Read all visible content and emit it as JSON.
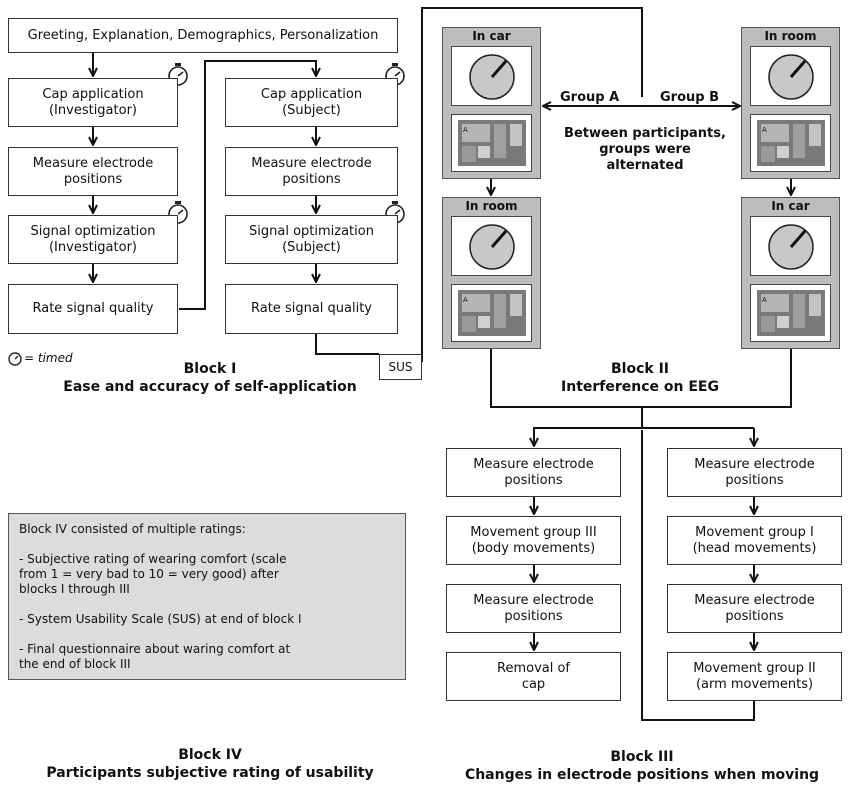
{
  "block1": {
    "greeting": "Greeting, Explanation, Demographics, Personalization",
    "investigator": [
      "Cap application\n(Investigator)",
      "Measure electrode\npositions",
      "Signal optimization\n(Investigator)",
      "Rate signal quality"
    ],
    "subject": [
      "Cap application\n(Subject)",
      "Measure electrode\npositions",
      "Signal optimization\n(Subject)",
      "Rate signal quality"
    ],
    "legend": "= timed",
    "sus": "SUS",
    "title": "Block I",
    "subtitle": "Ease and accuracy of self-application"
  },
  "block2": {
    "panels": [
      "In car",
      "In room",
      "In room",
      "In car"
    ],
    "group_a": "Group A",
    "group_b": "Group B",
    "note": "Between participants,\ngroups were\nalternated",
    "title": "Block II",
    "subtitle": "Interference on EEG"
  },
  "block3": {
    "left": [
      "Measure electrode\npositions",
      "Movement group III\n(body movements)",
      "Measure electrode\npositions",
      "Removal of\ncap"
    ],
    "right": [
      "Measure electrode\npositions",
      "Movement group I\n(head movements)",
      "Measure electrode\npositions",
      "Movement group II\n(arm movements)"
    ],
    "title": "Block III",
    "subtitle": "Changes in electrode positions when moving"
  },
  "block4": {
    "text": "Block IV consisted of multiple ratings:\n\n- Subjective rating of wearing comfort (scale\n  from 1 = very bad to 10 = very good) after\n  blocks I through III\n\n- System Usability Scale (SUS) at end of block I\n\n- Final questionnaire about waring comfort at\n  the end of block III",
    "title": "Block IV",
    "subtitle": "Participants subjective rating of usability"
  }
}
